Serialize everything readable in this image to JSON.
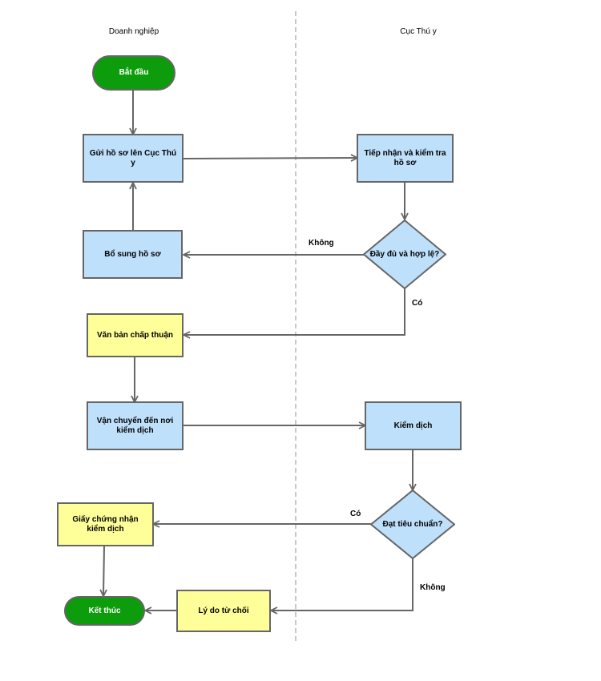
{
  "lanes": {
    "left": "Doanh nghiệp",
    "right": "Cục Thú y"
  },
  "nodes": {
    "start": "Bắt đầu",
    "submit": "Gửi hồ sơ lên Cục Thú y",
    "receive": "Tiếp nhận và kiểm tra hồ sơ",
    "supplement": "Bổ sung hồ sơ",
    "check_valid": "Đầy đủ và hợp lệ?",
    "approval": "Văn bản chấp thuận",
    "transport": "Vận chuyển đến nơi kiểm dịch",
    "quarantine": "Kiểm dịch",
    "check_standard": "Đạt tiêu chuẩn?",
    "certificate": "Giấy chứng nhận kiểm dịch",
    "end": "Kết thúc",
    "rejection": "Lý do từ chối"
  },
  "edge_labels": {
    "valid_no": "Không",
    "valid_yes": "Có",
    "standard_yes": "Có",
    "standard_no": "Không"
  },
  "colors": {
    "process": "#bfe0fb",
    "document": "#ffff99",
    "terminal": "#0c9c0c",
    "stroke": "#666666",
    "divider": "#c8c8c8"
  }
}
